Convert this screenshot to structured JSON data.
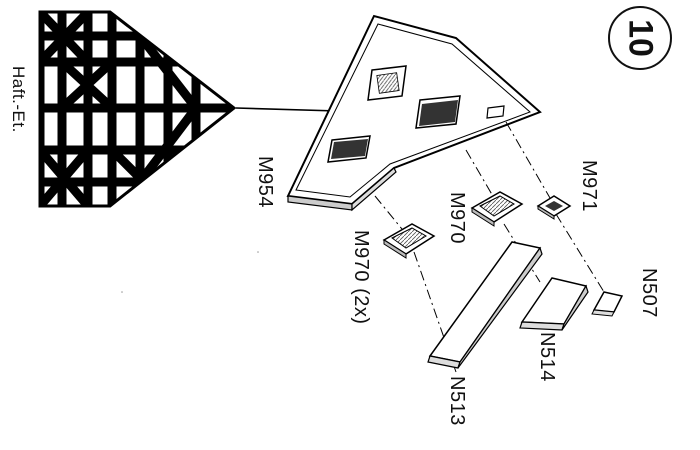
{
  "step_number": "10",
  "floor_label": "Haft.-Et.",
  "parts": {
    "wall": "M954",
    "window_m970": "M970",
    "window_m970_multi": "M970 (2x)",
    "window_m971": "M971",
    "sill_n507": "N507",
    "sill_n514": "N514",
    "sill_n513": "N513"
  }
}
